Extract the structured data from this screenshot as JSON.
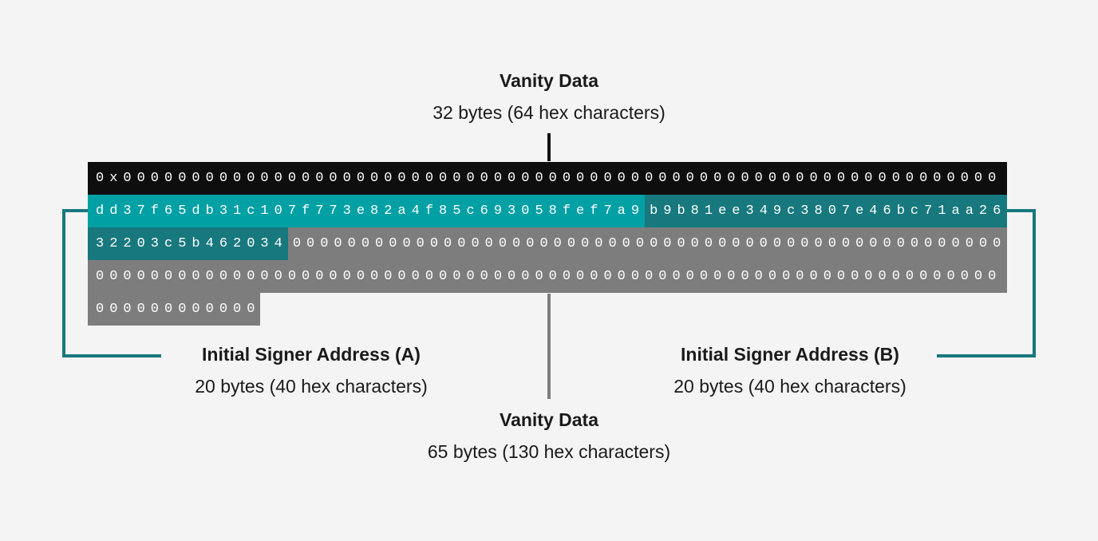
{
  "colors": {
    "background": "#f4f4f4",
    "black_row": "#0e0e0e",
    "teal_a": "#00a0a5",
    "teal_b": "#17787d",
    "gray": "#7d7d7d",
    "bracket": "#17787d",
    "connector_black": "#111111",
    "connector_gray": "#7d7d7d",
    "hex_text": "#ffffff",
    "label_text": "#1a1a1a"
  },
  "labels": {
    "top": {
      "title": "Vanity Data",
      "subtitle": "32 bytes (64 hex characters)"
    },
    "signer_a": {
      "title": "Initial Signer Address (A)",
      "subtitle": "20 bytes (40 hex characters)"
    },
    "signer_b": {
      "title": "Initial Signer Address (B)",
      "subtitle": "20 bytes (40 hex characters)"
    },
    "bottom": {
      "title": "Vanity Data",
      "subtitle": "65 bytes (130 hex characters)"
    }
  },
  "hex": {
    "vanity_prefix": "0x0000000000000000000000000000000000000000000000000000000000000000",
    "signer_a": "dd37f65db31c107f773e82a4f85c693058fef7a9",
    "signer_b_part1": "b9b81ee349c3807e46bc71aa26",
    "signer_b_part2": "32203c5b462034",
    "zeros_row3": "0000000000000000000000000000000000000000000000000000",
    "zeros_row4": "000000000000000000000000000000000000000000000000000000000000000000",
    "zeros_row5": "000000000000"
  }
}
